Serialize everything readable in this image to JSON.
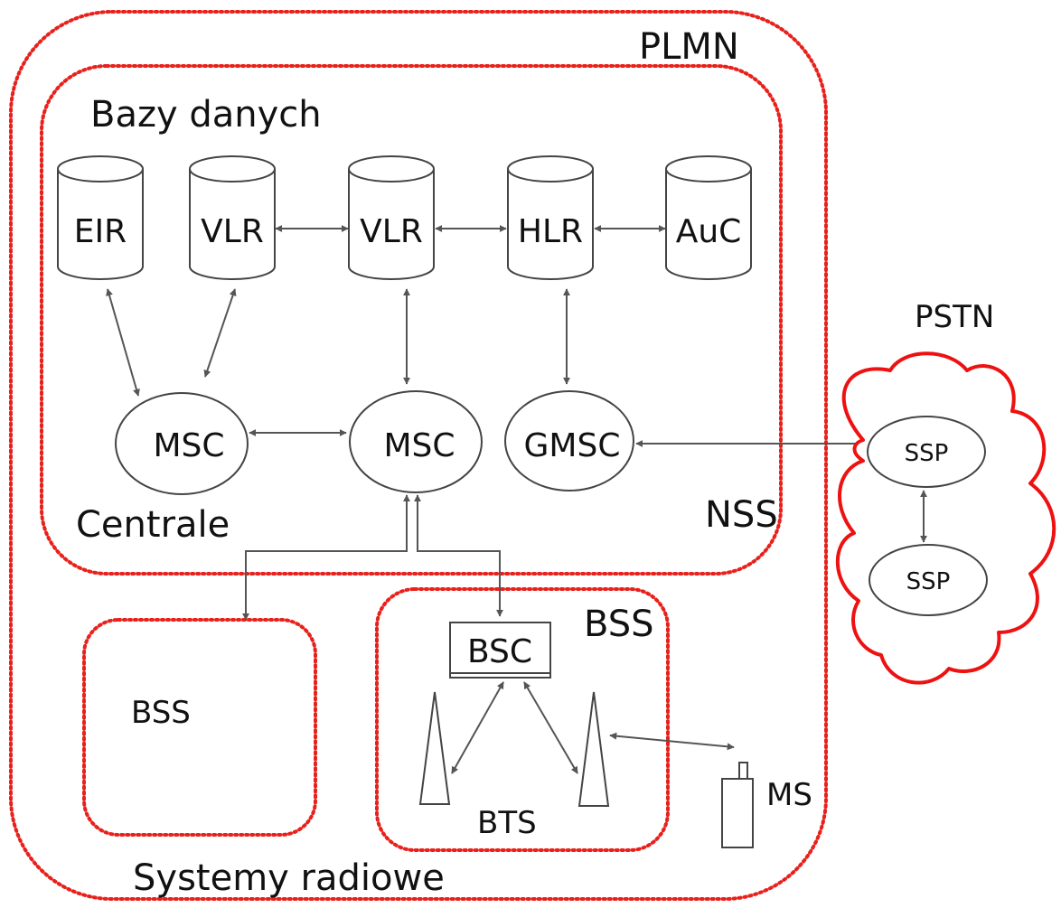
{
  "regions": {
    "plmn": "PLMN",
    "nss": "NSS",
    "bss_left": "BSS",
    "bss_right": "BSS",
    "pstn": "PSTN"
  },
  "captions": {
    "databases": "Bazy danych",
    "exchanges": "Centrale",
    "radio_systems": "Systemy radiowe",
    "bts": "BTS",
    "ms": "MS"
  },
  "databases": {
    "eir": "EIR",
    "vlr_1": "VLR",
    "vlr_2": "VLR",
    "hlr": "HLR",
    "auc": "AuC"
  },
  "switches": {
    "msc_1": "MSC",
    "msc_2": "MSC",
    "gmsc": "GMSC"
  },
  "bsc": "BSC",
  "pstn_nodes": {
    "ssp_1": "SSP",
    "ssp_2": "SSP"
  },
  "colors": {
    "region_border": "#e8211c",
    "cloud_border": "#ee1111",
    "shape_stroke": "#444444",
    "connector": "#555555"
  }
}
